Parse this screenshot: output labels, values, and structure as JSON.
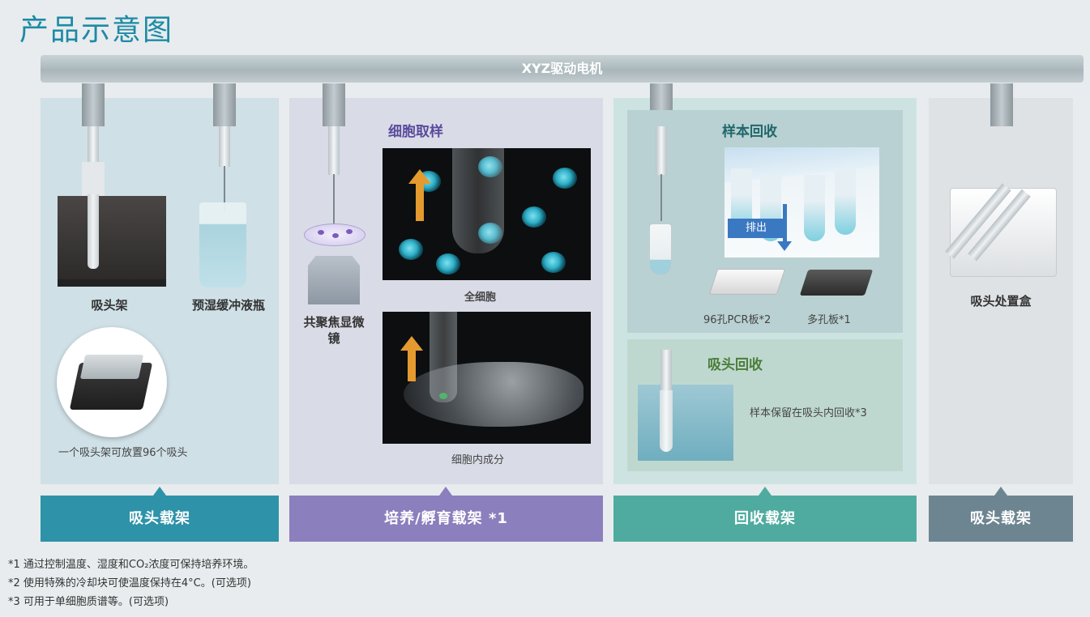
{
  "title": "产品示意图",
  "rail_label": "XYZ驱动电机",
  "panel1": {
    "tip_rack_label": "吸头架",
    "buffer_label": "预湿缓冲液瓶",
    "rack_caption": "一个吸头架可放置96个吸头"
  },
  "panel2": {
    "microscope_label": "共聚焦显微镜",
    "heading": "细胞取样",
    "photo1_caption": "全细胞",
    "photo2_caption": "细胞内成分"
  },
  "panel3": {
    "sample_heading": "样本回收",
    "eject_label": "排出",
    "pcr_label": "96孔PCR板*2",
    "multi_label": "多孔板*1",
    "tip_heading": "吸头回收",
    "tip_caption": "样本保留在吸头内回收*3"
  },
  "panel4": {
    "label": "吸头处置盒"
  },
  "bars": [
    "吸头载架",
    "培养/孵育载架 *1",
    "回收载架",
    "吸头载架"
  ],
  "notes": [
    "*1 通过控制温度、湿度和CO₂浓度可保持培养环境。",
    "*2 使用特殊的冷却块可使温度保持在4°C。(可选项)",
    "*3 可用于单细胞质谱等。(可选项)"
  ]
}
